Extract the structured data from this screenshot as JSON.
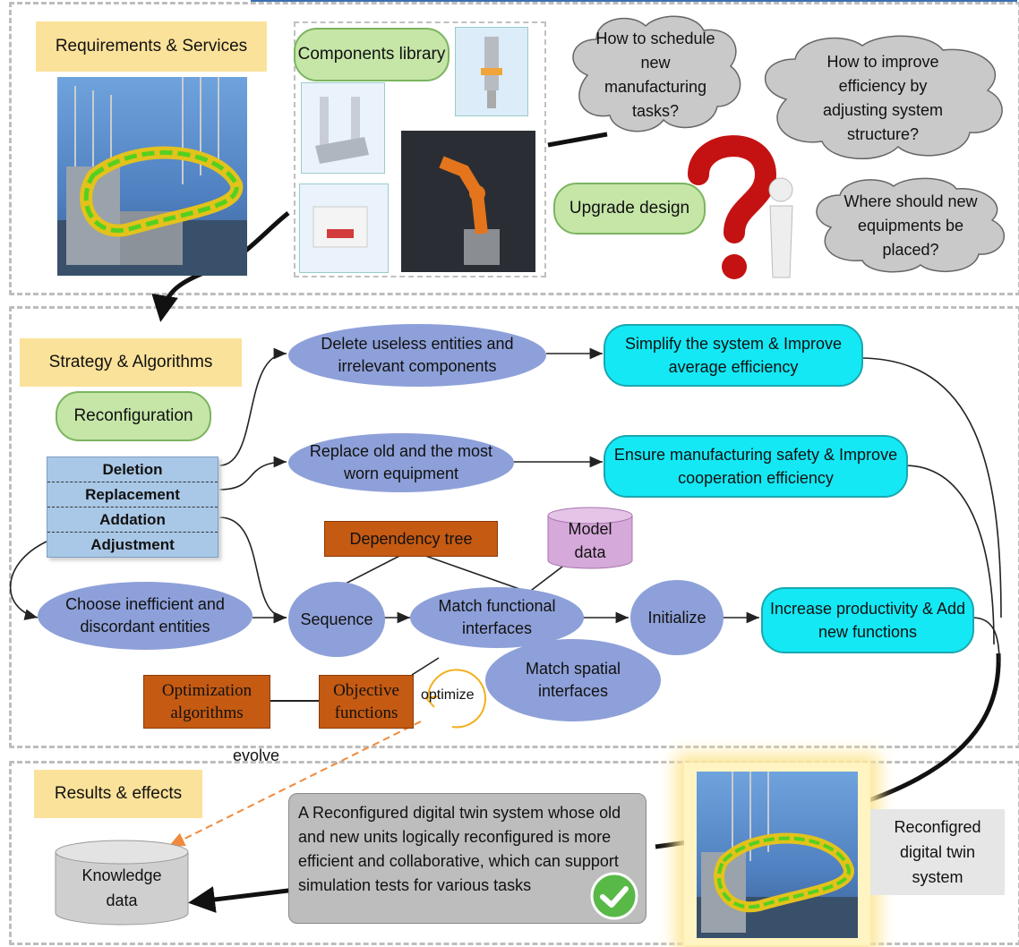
{
  "sections": {
    "requirements": "Requirements & Services",
    "strategy": "Strategy & Algorithms",
    "results": "Results & effects"
  },
  "top": {
    "components_library": "Components library",
    "upgrade_design": "Upgrade design",
    "clouds": [
      "How to schedule new manufacturing tasks?",
      "How to improve efficiency by adjusting system structure?",
      "Where should new equipments be placed?"
    ]
  },
  "middle": {
    "reconfiguration": "Reconfiguration",
    "operations": [
      "Deletion",
      "Replacement",
      "Addation",
      "Adjustment"
    ],
    "delete_useless": "Delete useless entities and irrelevant components",
    "replace_old": "Replace old and the most worn  equipment",
    "simplify": "Simplify the system & Improve average efficiency",
    "ensure_safety": "Ensure manufacturing safety & Improve   cooperation efficiency",
    "dependency_tree": "Dependency tree",
    "model_data": "Model data",
    "choose_inefficient": "Choose inefficient and discordant  entities",
    "sequence": "Sequence",
    "match_functional": "Match functional interfaces",
    "match_spatial": "Match spatial interfaces",
    "initialize": "Initialize",
    "increase_productivity": "Increase productivity & Add new functions",
    "optimization_algorithms": "Optimization algorithms",
    "objective_functions": "Objective functions",
    "optimize": "optimize",
    "evolve": "evolve"
  },
  "bottom": {
    "knowledge_data": "Knowledge data",
    "result_text": "A Reconfigured digital twin system whose old and new  units logically reconfigured is more efficient and collaborative, which can support simulation tests for various tasks",
    "reconfigured_label": "Reconfigred digital twin system"
  },
  "colors": {
    "ellipse": "#8ea0d9",
    "green_box": "#c6e6a8",
    "cyan_box": "#14e8f4",
    "orange_box": "#c55a12",
    "section_tag": "#fbe29a",
    "cloud": "#c9c9c9"
  }
}
